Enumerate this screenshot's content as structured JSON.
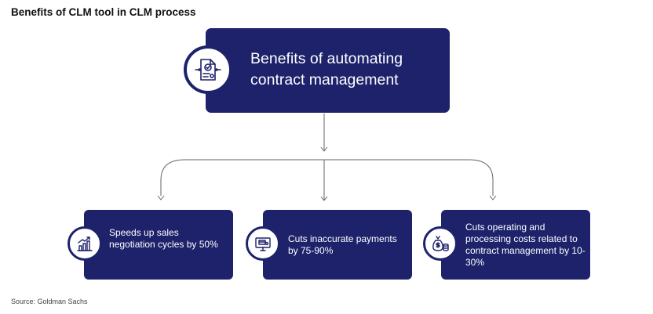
{
  "title": "Benefits of CLM tool in CLM process",
  "top": {
    "text": "Benefits of automating contract management",
    "icon": "contract-document-icon"
  },
  "benefits": [
    {
      "text": "Speeds up sales negotiation cycles by 50%",
      "icon": "bar-chart-growth-icon"
    },
    {
      "text": "Cuts inaccurate payments by 75-90%",
      "icon": "monitor-payment-icon"
    },
    {
      "text": "Cuts operating and processing costs related to contract management by 10-30%",
      "icon": "money-bag-coins-icon"
    }
  ],
  "source": "Source: Goldman Sachs",
  "colors": {
    "box": "#1d226b",
    "connector": "#666666"
  }
}
